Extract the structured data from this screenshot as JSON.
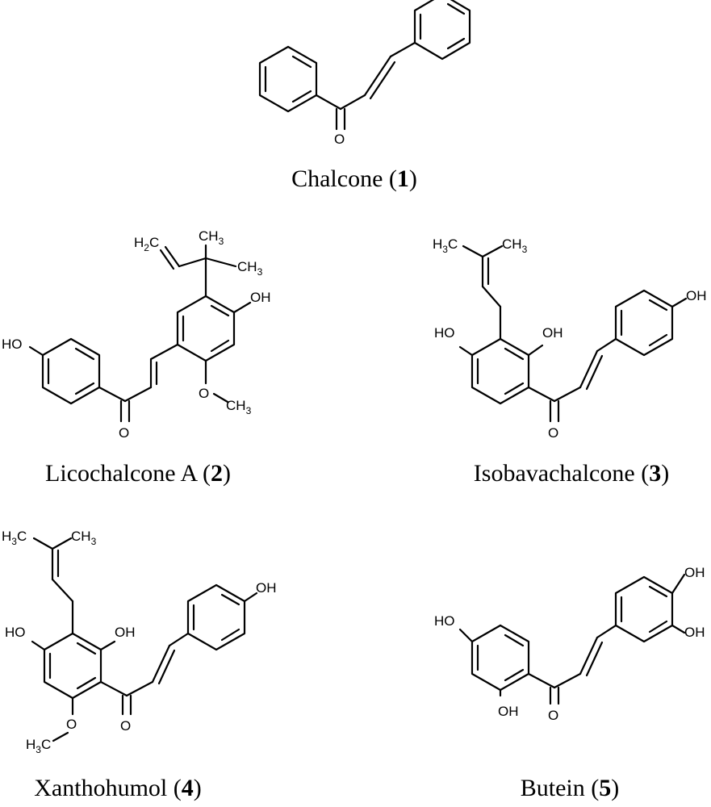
{
  "captions": [
    {
      "name": "Chalcone",
      "number": "1"
    },
    {
      "name": "Licochalcone A",
      "number": "2"
    },
    {
      "name": "Isobavachalcone",
      "number": "3"
    },
    {
      "name": "Xanthohumol",
      "number": "4"
    },
    {
      "name": "Butein",
      "number": "5"
    }
  ],
  "atoms": {
    "O": "O",
    "OH": "OH",
    "HO": "HO",
    "H2C": "H",
    "H2C_sub": "2",
    "H2C_tail": "C",
    "CH3": "CH",
    "CH3_sub": "3",
    "H3C": "H",
    "H3C_sub": "3",
    "H3C_tail": "C"
  }
}
